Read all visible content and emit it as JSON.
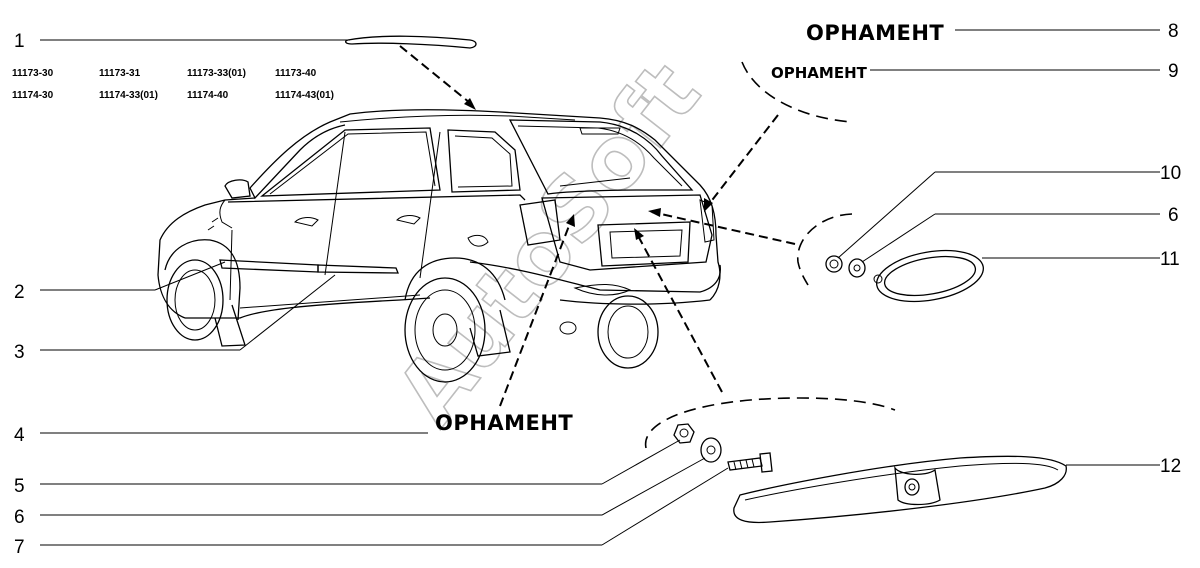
{
  "callouts": [
    "1",
    "2",
    "3",
    "4",
    "5",
    "6",
    "7",
    "8",
    "9",
    "10",
    "6",
    "11",
    "12"
  ],
  "emblem_text": {
    "top": "ОРНАМЕНТ",
    "upper": "ОРНАМЕНТ",
    "center": "ОРНАМЕНТ"
  },
  "model_codes": {
    "row1": [
      "11173-30",
      "11173-31",
      "11173-33(01)",
      "11173-40"
    ],
    "row2": [
      "11174-30",
      "11174-33(01)",
      "11174-40",
      "11174-43(01)"
    ]
  },
  "watermark": "AutoSoft"
}
